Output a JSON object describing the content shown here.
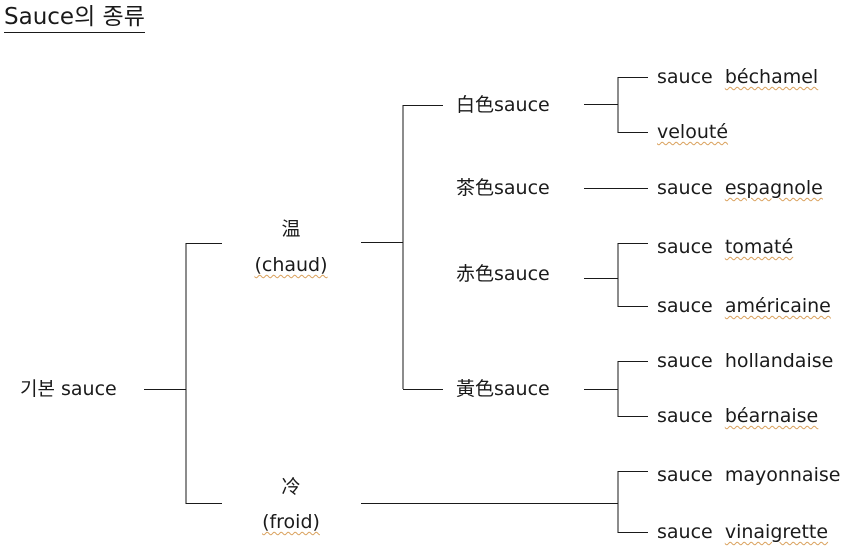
{
  "title": "Sauce의 종류",
  "root": "기본 sauce",
  "warm": {
    "hanja": "温",
    "label": "(chaud)"
  },
  "cold": {
    "hanja": "冷",
    "label": "(froid)"
  },
  "families": {
    "white": "白色sauce",
    "brown": "茶色sauce",
    "red": "赤色sauce",
    "yellow": "黃色sauce"
  },
  "sauces": {
    "s1": {
      "prefix": "sauce",
      "name": "béchamel"
    },
    "s2": {
      "prefix": "",
      "name": "velouté"
    },
    "s3": {
      "prefix": "sauce",
      "name": "espagnole"
    },
    "s4": {
      "prefix": "sauce",
      "name": "tomaté"
    },
    "s5": {
      "prefix": "sauce",
      "name": "américaine"
    },
    "s6": {
      "prefix": "sauce",
      "name": "hollandaise"
    },
    "s7": {
      "prefix": "sauce",
      "name": "béarnaise"
    },
    "s8": {
      "prefix": "sauce",
      "name": "mayonnaise"
    },
    "s9": {
      "prefix": "sauce",
      "name": "vinaigrette"
    }
  }
}
